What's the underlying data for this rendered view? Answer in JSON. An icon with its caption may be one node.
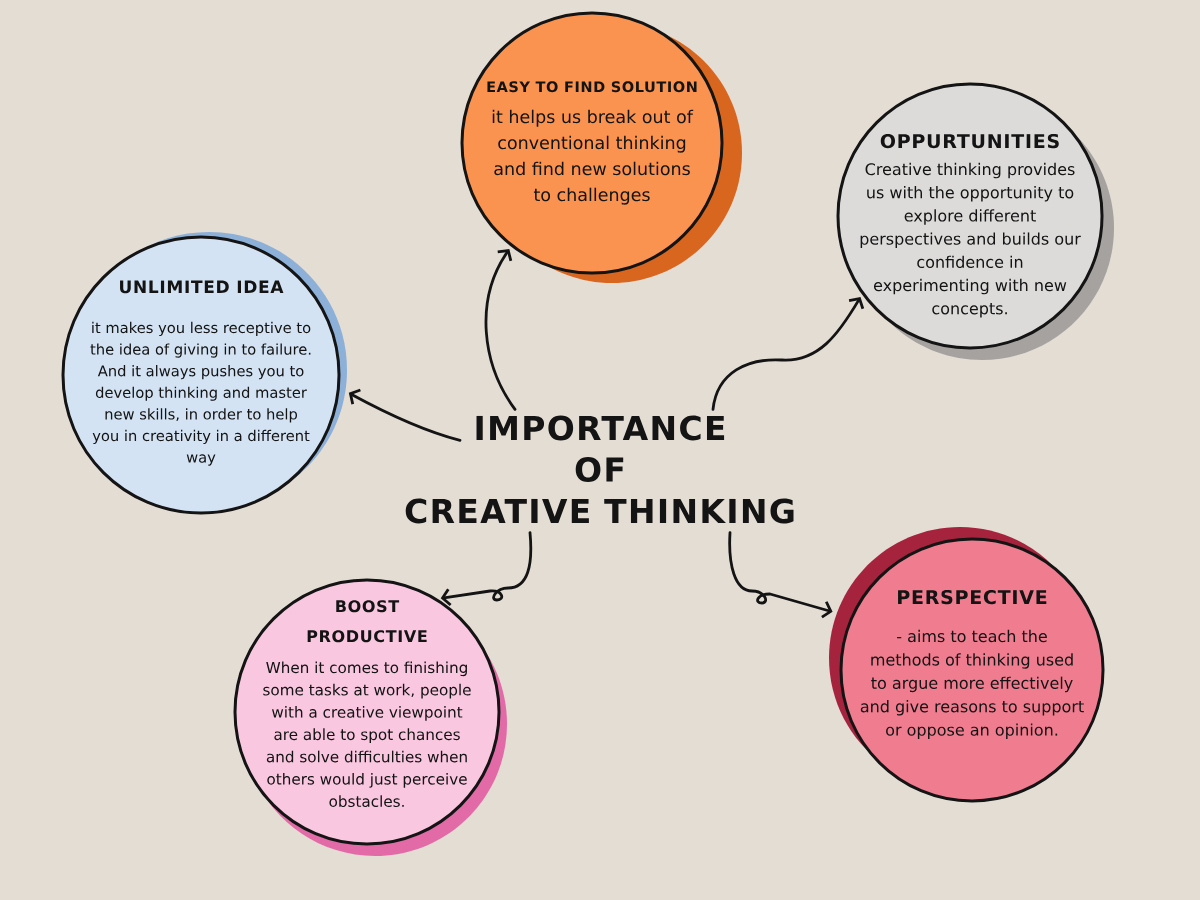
{
  "diagram": {
    "nodes": [
      {
        "text": [
          "IMPORTANCE OF CREATIVE THINKING"
        ]
      },
      {
        "text": [
          "EASY TO FIND SOLUTION",
          "it helps us break out of conventional thinking and find new solutions to challenges"
        ]
      },
      {
        "text": [
          "OPPURTUNITIES",
          "Creative thinking provides us with the opportunity to explore different perspectives and builds our confidence in experimenting with new concepts."
        ]
      },
      {
        "text": [
          "UNLIMITED IDEA",
          "it makes you less receptive to the idea of giving in to failure. And it always pushes you to develop thinking and master new skills, in order to help you in creativity in a different way"
        ]
      },
      {
        "text": [
          "BOOST PRODUCTIVE",
          "When it comes to finishing some tasks at work, people with a creative viewpoint are able to spot chances and solve difficulties when others would just perceive obstacles."
        ]
      },
      {
        "text": [
          "PERSPECTIVE",
          "- aims to teach the methods of thinking used to argue more effectively and give reasons to support or oppose an opinion."
        ]
      }
    ],
    "edges": [
      {
        "from": 0,
        "to": 1,
        "arrow": "to"
      },
      {
        "from": 0,
        "to": 2,
        "arrow": "to"
      },
      {
        "from": 0,
        "to": 3,
        "arrow": "to"
      },
      {
        "from": 0,
        "to": 4,
        "arrow": "to"
      },
      {
        "from": 0,
        "to": 5,
        "arrow": "to"
      }
    ]
  }
}
